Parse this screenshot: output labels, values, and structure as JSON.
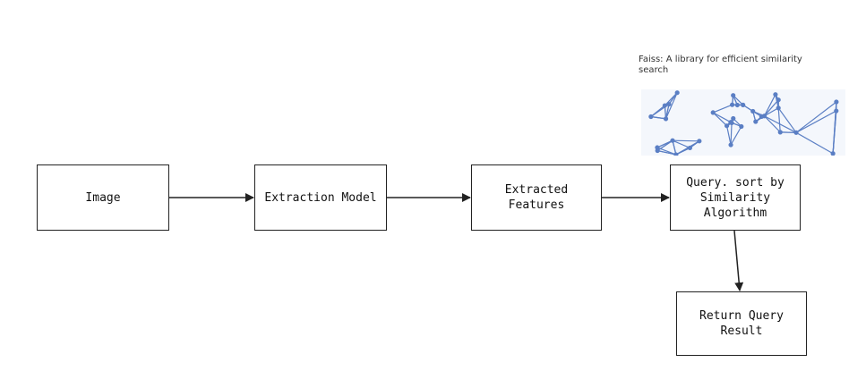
{
  "nodes": {
    "image": "Image",
    "extraction_model": "Extraction Model",
    "extracted_features": "Extracted\nFeatures",
    "query": "Query. sort by\nSimilarity\nAlgorithm",
    "return_result": "Return Query\nResult"
  },
  "faiss": {
    "caption": "Faiss: A library for efficient similarity\nsearch",
    "accent_color": "#5b7fc4"
  },
  "edges": [
    {
      "from": "image",
      "to": "extraction_model"
    },
    {
      "from": "extraction_model",
      "to": "extracted_features"
    },
    {
      "from": "extracted_features",
      "to": "query"
    },
    {
      "from": "query",
      "to": "return_result"
    }
  ]
}
